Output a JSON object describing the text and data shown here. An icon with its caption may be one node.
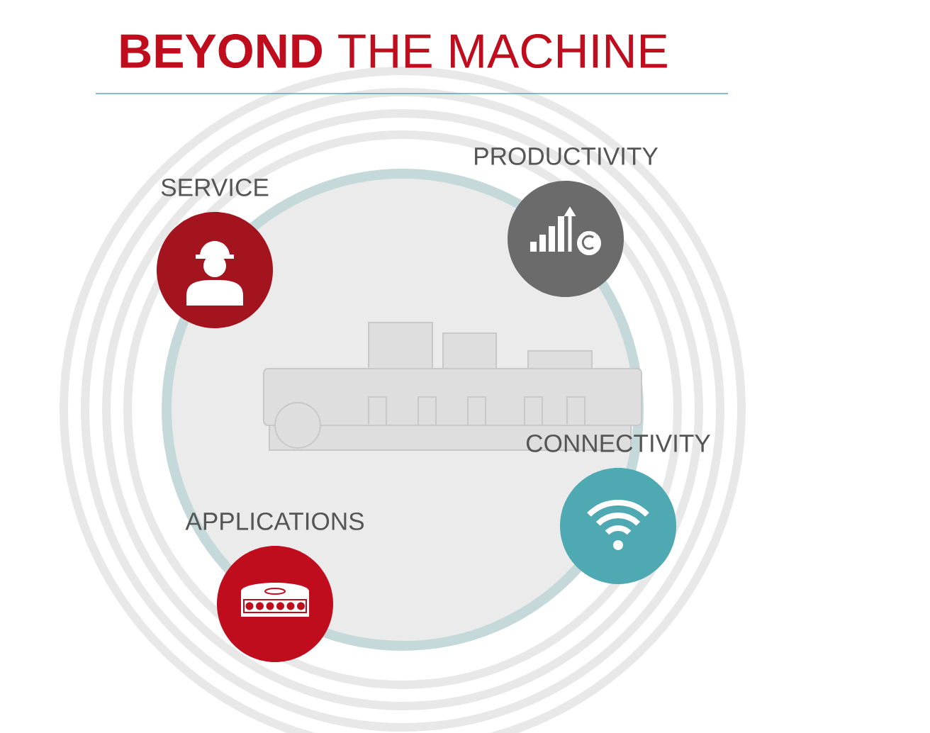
{
  "diagram": {
    "title": "**BEYOND** THE MACHINE",
    "nodes": [
      {
        "text": [
          "SERVICE"
        ]
      },
      {
        "text": [
          "PRODUCTIVITY"
        ]
      },
      {
        "text": [
          "CONNECTIVITY"
        ]
      },
      {
        "text": [
          "APPLICATIONS"
        ]
      }
    ]
  }
}
